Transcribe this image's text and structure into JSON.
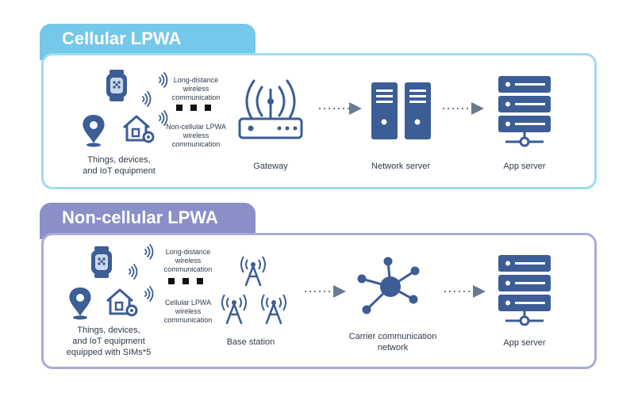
{
  "top": {
    "title": "Cellular LPWA",
    "things_label": "Things, devices,\nand IoT equipment",
    "comm_primary": "Long-distance\nwireless\ncommunication",
    "comm_secondary": "Non-cellular LPWA\nwireless\ncommunication",
    "gateway_label": "Gateway",
    "network_server_label": "Network server",
    "app_server_label": "App server"
  },
  "bottom": {
    "title": "Non-cellular LPWA",
    "things_label": "Things, devices,\nand IoT equipment\nequipped with SIMs*5",
    "comm_primary": "Long-distance\nwireless\ncommunication",
    "comm_secondary": "Cellular LPWA\nwireless\ncommunication",
    "base_station_label": "Base station",
    "carrier_label": "Carrier communication\nnetwork",
    "app_server_label": "App server"
  },
  "colors": {
    "top_accent": "#76c8ea",
    "bottom_accent": "#8b8fc8",
    "icon": "#3c5d95",
    "arrow": "#6b7a92"
  },
  "icons": [
    "smartwatch-icon",
    "location-pin-icon",
    "smart-home-icon",
    "wifi-signal-icon",
    "router-icon",
    "server-tower-icon",
    "server-rack-icon",
    "antenna-tower-icon",
    "network-hub-icon"
  ]
}
